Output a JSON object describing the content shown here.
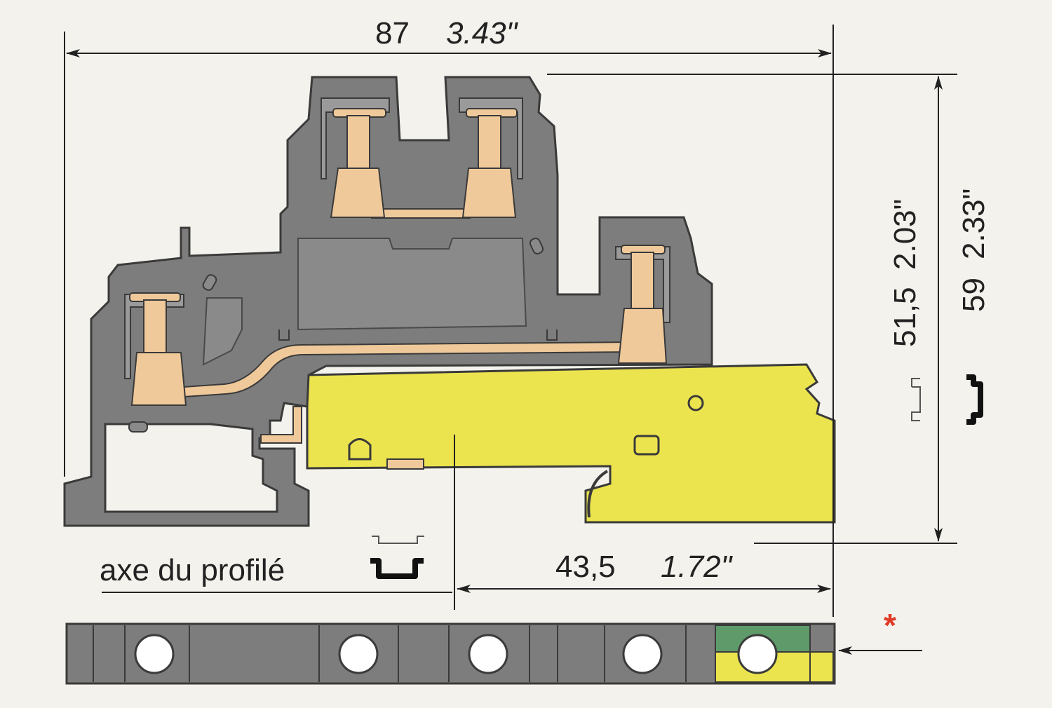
{
  "dimensions": {
    "width_mm": "87",
    "width_in": "3.43\"",
    "height_mm_small": "51,5",
    "height_in_small": "2.03\"",
    "height_mm_large": "59",
    "height_in_large": "2.33\"",
    "offset_mm": "43,5",
    "offset_in": "1.72\""
  },
  "labels": {
    "axis": "axe du profilé",
    "marker": "*"
  },
  "colors": {
    "housing": "#7d7d7d",
    "outline": "#3a3a3a",
    "terminal": "#f0c99a",
    "earth_foot": "#ece44e",
    "earth_green": "#5e9a6a",
    "marker_red": "#e03a26"
  }
}
